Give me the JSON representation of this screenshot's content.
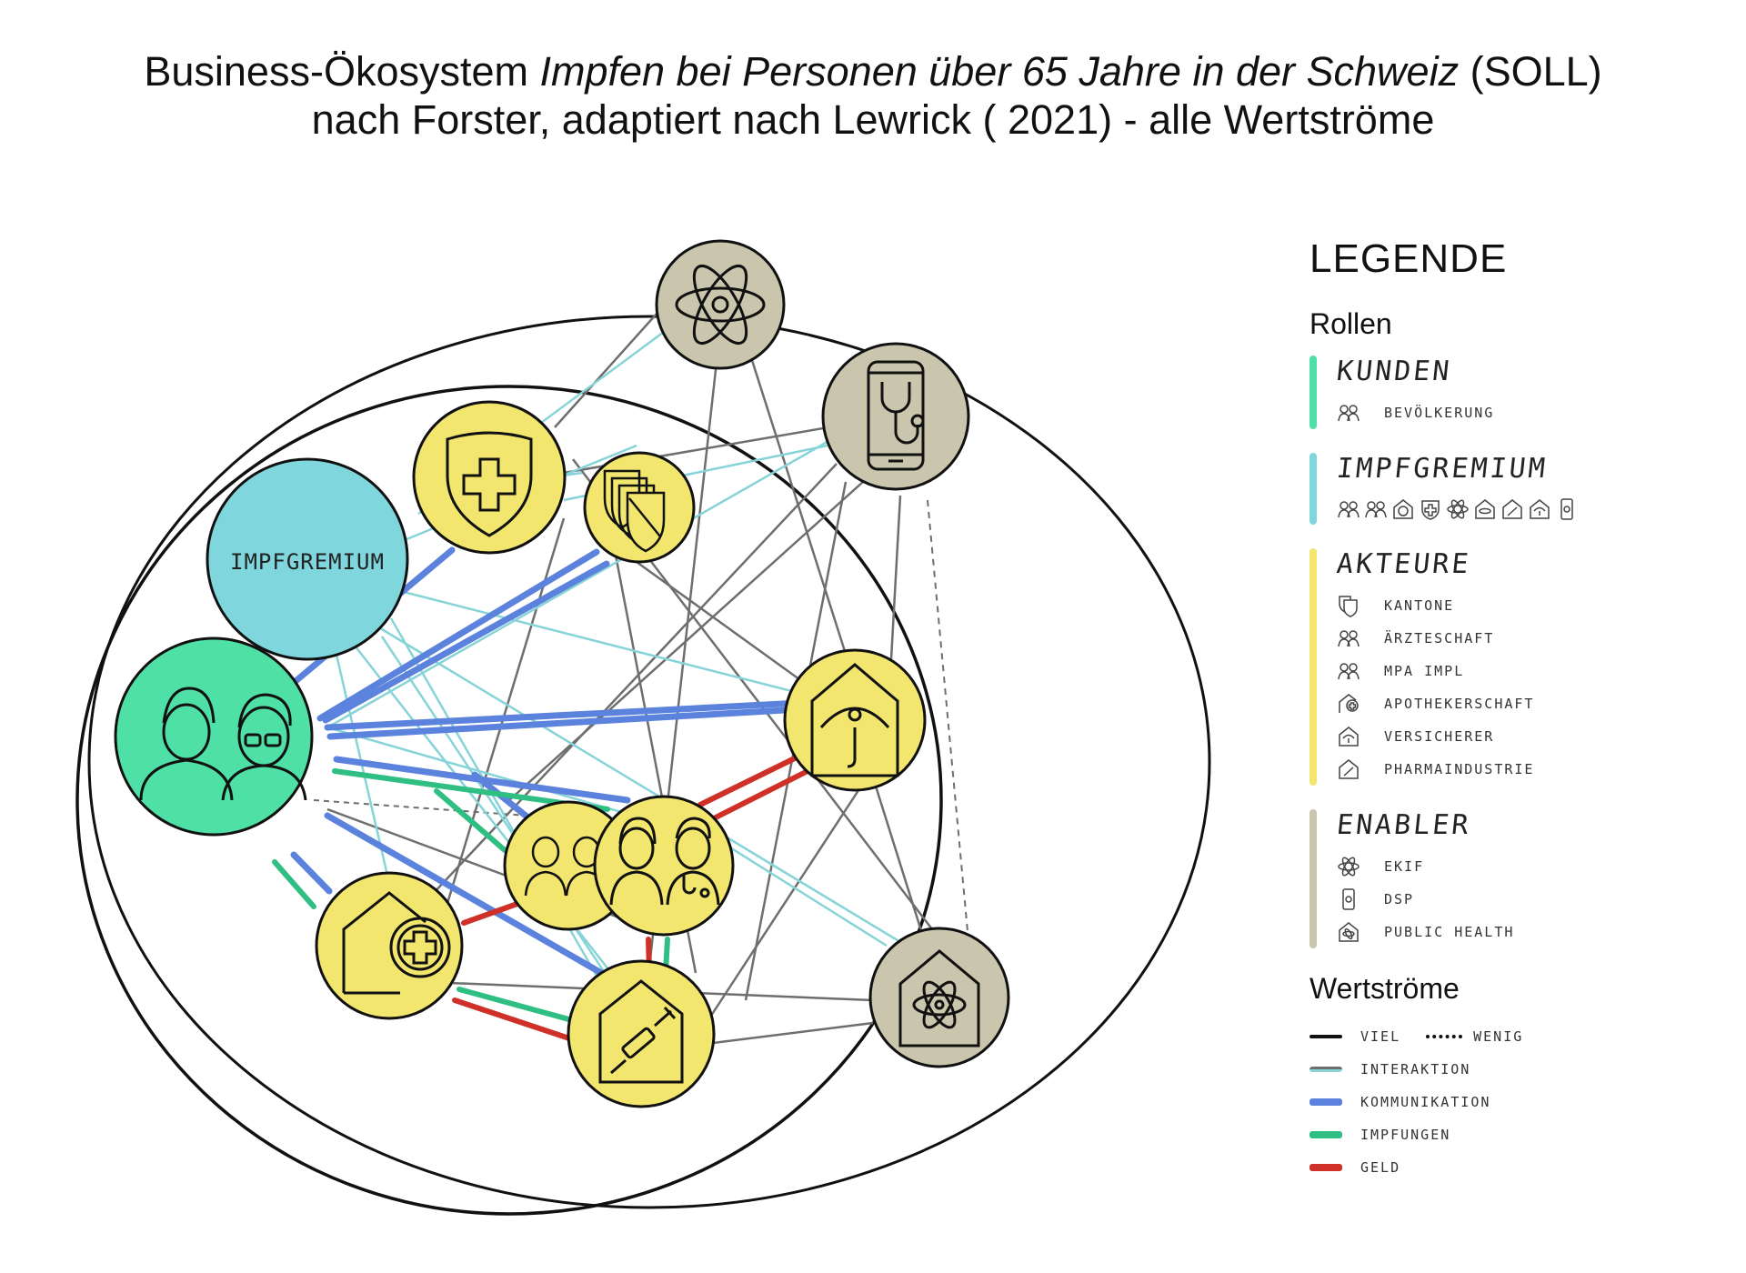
{
  "title": {
    "line1_prefix": "Business-Ökosystem ",
    "line1_italic": "Impfen bei Personen über 65 Jahre in der Schweiz",
    "line1_suffix": " (SOLL)",
    "line2": "nach Forster, adaptiert nach Lewrick ( 2021) - alle Wertströme"
  },
  "diagram": {
    "impfgremium_label": "IMPFGREMIUM"
  },
  "legend": {
    "title": "LEGENDE",
    "roles_title": "Rollen",
    "roles": [
      {
        "name": "KUNDEN",
        "color": "#4fe0a6",
        "items": [
          {
            "label": "BEVÖLKERUNG",
            "icon": "people-icon"
          }
        ]
      },
      {
        "name": "IMPFGREMIUM",
        "color": "#7fd6dc",
        "items": []
      },
      {
        "name": "AKTEURE",
        "color": "#f2e66e",
        "items": [
          {
            "label": "KANTONE",
            "icon": "canton-shields-icon"
          },
          {
            "label": "ÄRZTESCHAFT",
            "icon": "doctors-icon"
          },
          {
            "label": "MPA IMPL",
            "icon": "mpa-icon"
          },
          {
            "label": "APOTHEKERSCHAFT",
            "icon": "pharmacy-icon"
          },
          {
            "label": "VERSICHERER",
            "icon": "insurance-house-icon"
          },
          {
            "label": "PHARMAINDUSTRIE",
            "icon": "pharma-icon"
          }
        ]
      },
      {
        "name": "ENABLER",
        "color": "#c9c6ad",
        "items": [
          {
            "label": "EKIF",
            "icon": "atom-icon"
          },
          {
            "label": "DSP",
            "icon": "phone-stethoscope-icon"
          },
          {
            "label": "PUBLIC HEALTH",
            "icon": "atom-house-icon"
          }
        ]
      }
    ],
    "flows_title": "Wertströme",
    "flow_viel": "VIEL",
    "flow_wenig": "WENIG",
    "flows": [
      {
        "label": "INTERAKTION",
        "color": "#8a8a8a"
      },
      {
        "label": "KOMMUNIKATION",
        "color": "#5b82dc"
      },
      {
        "label": "IMPFUNGEN",
        "color": "#2fbf82"
      },
      {
        "label": "GELD",
        "color": "#cf3027"
      }
    ]
  },
  "colors": {
    "kunden": "#4fe0a6",
    "impfgremium": "#7fd6dc",
    "akteure": "#f2e66e",
    "enabler": "#c9c6ad",
    "interaktion": "#6e6e6e",
    "interaktion_light": "#86d4d8",
    "kommunikation": "#5b82dc",
    "impfungen": "#2fbf82",
    "geld": "#cf3027"
  }
}
